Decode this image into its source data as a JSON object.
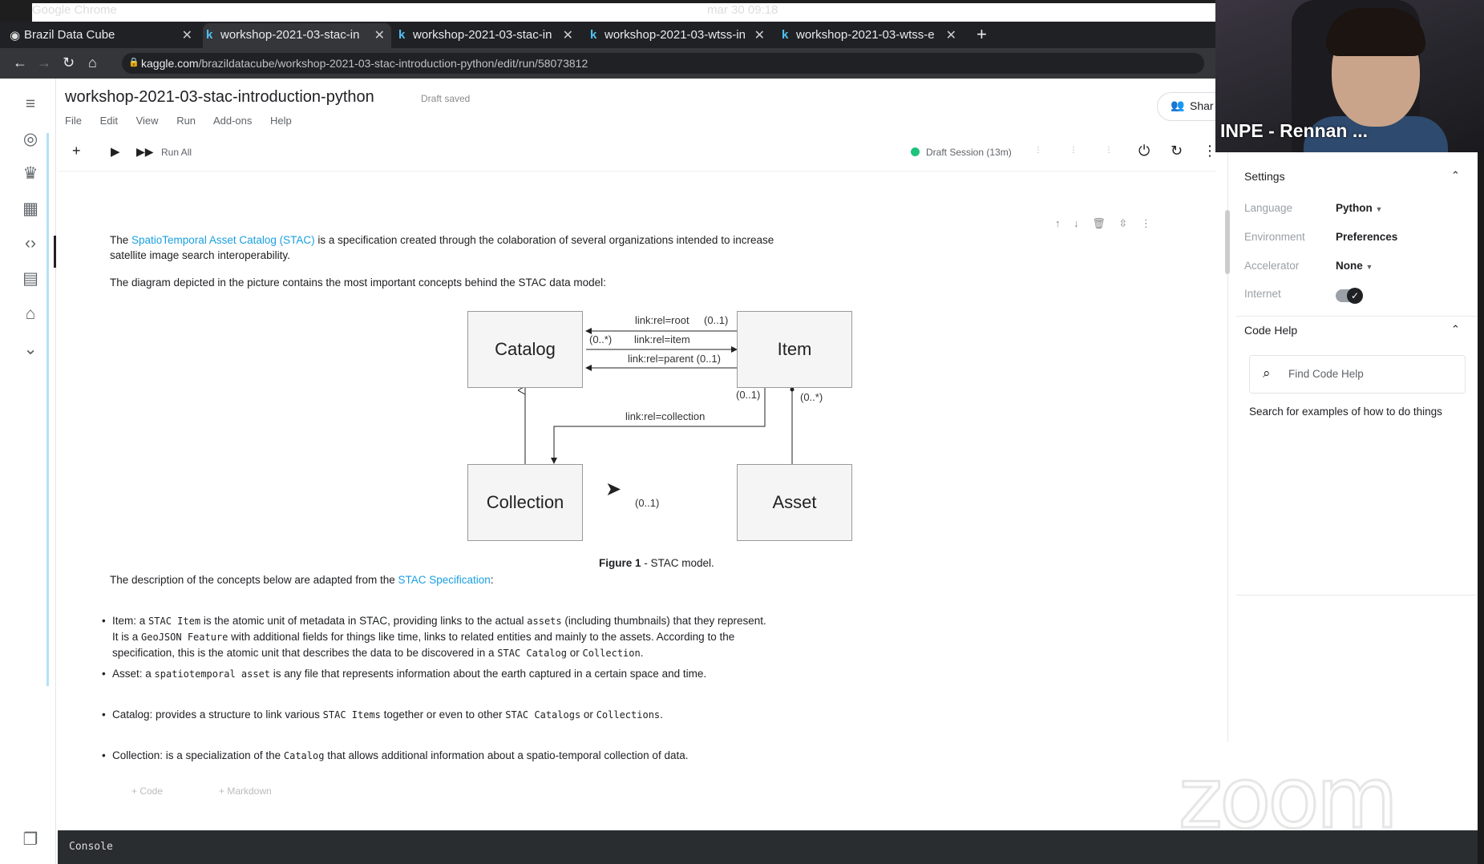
{
  "os": {
    "app_name": "Google Chrome",
    "clock": "mar 30  09:18"
  },
  "tabs": [
    {
      "title": "Brazil Data Cube"
    },
    {
      "title": "workshop-2021-03-stac-in"
    },
    {
      "title": "workshop-2021-03-stac-in"
    },
    {
      "title": "workshop-2021-03-wtss-in"
    },
    {
      "title": "workshop-2021-03-wtss-e"
    }
  ],
  "address": {
    "domain": "kaggle.com",
    "path": "/brazildatacube/workshop-2021-03-stac-introduction-python/edit/run/58073812"
  },
  "notebook": {
    "title": "workshop-2021-03-stac-introduction-python",
    "status": "Draft saved",
    "share_label": "Shar",
    "menu": [
      "File",
      "Edit",
      "View",
      "Run",
      "Add-ons",
      "Help"
    ],
    "run_all": "Run All",
    "session": "Draft Session (13m)"
  },
  "cell": {
    "intro_pre": "The ",
    "intro_link": "SpatioTemporal Asset Catalog (STAC)",
    "intro_post": " is a specification created through the colaboration of several organizations intended to increase",
    "intro_line2": "satellite image search interoperability.",
    "diagram_intro": "The diagram depicted in the picture contains the most important concepts behind the STAC data model:",
    "figure": {
      "catalog": "Catalog",
      "item": "Item",
      "collection": "Collection",
      "asset": "Asset",
      "rel_root": "link:rel=root",
      "rel_root_card": "(0..1)",
      "rel_item_card": "(0..*)",
      "rel_item": "link:rel=item",
      "rel_parent": "link:rel=parent (0..1)",
      "item_col_card": "(0..1)",
      "item_asset_card": "(0..*)",
      "rel_collection": "link:rel=collection",
      "col_card": "(0..1)"
    },
    "caption_bold": "Figure 1",
    "caption_rest": " - STAC model.",
    "spec_pre": "The description of the concepts below are adapted from the ",
    "spec_link": "STAC Specification",
    "spec_post": ":",
    "bullets": {
      "item_label": "Item:",
      "item_t1": " a ",
      "item_c1": "STAC Item",
      "item_t2": " is the atomic unit of metadata in STAC, providing links to the actual ",
      "item_c2": "assets",
      "item_t3": " (including thumbnails) that they represent.",
      "item_t4": "It is a ",
      "item_c3": "GeoJSON Feature",
      "item_t5": " with additional fields for things like time, links to related entities and mainly to the assets. According to the",
      "item_t6": "specification, this is the atomic unit that describes the data to be discovered in a ",
      "item_c4": "STAC Catalog",
      "item_t7": " or ",
      "item_c5": "Collection",
      "item_t8": ".",
      "asset_label": "Asset:",
      "asset_t1": " a ",
      "asset_c1": "spatiotemporal asset",
      "asset_t2": " is any file that represents information about the earth captured in a certain space and time.",
      "catalog_label": "Catalog:",
      "catalog_t1": " provides a structure to link various ",
      "catalog_c1": "STAC Items",
      "catalog_t2": " together or even to other ",
      "catalog_c2": "STAC Catalogs",
      "catalog_t3": " or ",
      "catalog_c3": "Collections",
      "catalog_t4": ".",
      "collection_label": "Collection:",
      "collection_t1": " is a specialization of the ",
      "collection_c1": "Catalog",
      "collection_t2": " that allows additional information about a spatio-temporal collection of data."
    },
    "add_code": "+ Code",
    "add_markdown": "+ Markdown"
  },
  "panel": {
    "settings_title": "Settings",
    "language_key": "Language",
    "language_val": "Python",
    "environment_key": "Environment",
    "environment_val": "Preferences",
    "accelerator_key": "Accelerator",
    "accelerator_val": "None",
    "internet_key": "Internet",
    "code_help_title": "Code Help",
    "search_placeholder": "Find Code Help",
    "help_text": "Search for examples of how to do things"
  },
  "console_label": "Console",
  "webcam_name": "INPE - Rennan ...",
  "watermark": "zoom",
  "colors": {
    "link": "#1a9fe0",
    "session_dot": "#1dc27b",
    "console_bg": "#2a2d30"
  }
}
